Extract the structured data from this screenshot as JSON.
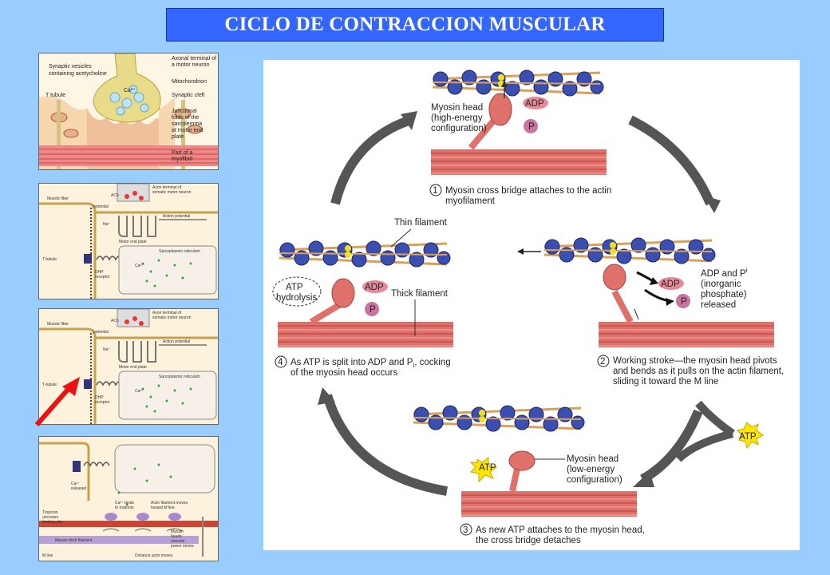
{
  "title": "CICLO DE CONTRACCION MUSCULAR",
  "thumb1": {
    "synaptic_vesicles": [
      "Synaptic vesicles",
      "containing acetycholine"
    ],
    "axonal_terminal": [
      "Axonal terminal of",
      "a motor neuron"
    ],
    "ca": "Ca²⁺",
    "mitochondrion": "Mitochondrion",
    "synaptic_cleft": "Synaptic cleft",
    "t_tubule": "T tubule",
    "junctional_folds": [
      "Junctional",
      "folds of the",
      "sarcolemma",
      "at motor end",
      "plate"
    ],
    "myofibril": [
      "Part of a",
      "myofibril"
    ]
  },
  "thumb2": {
    "muscle_fiber": "Muscle fiber",
    "axon_terminal": [
      "Axon terminal of",
      "somatic motor neuron"
    ],
    "ach": "ACh",
    "potential": "potential",
    "action_potential": "Action potential",
    "na": "Na⁺",
    "t_tubule": "T-tubule",
    "motor_end_plate": "Motor end plate",
    "sarcoplasmic_reticulum": "Sarcoplasmic reticulum",
    "ca": "Ca²⁺",
    "dhp_receptor": [
      "DHP",
      "receptor"
    ]
  },
  "thumb4": {
    "ca_released": [
      "Ca²⁺",
      "released"
    ],
    "ca_binds_troponin": [
      "Ca²⁺ binds",
      "to troponin"
    ],
    "actin_moves": [
      "Actin filament moves",
      "toward M line"
    ],
    "troponin": [
      "Troponin",
      "uncovers",
      "binding site"
    ],
    "myosin_heads": [
      "Myosin",
      "heads",
      "execute",
      "power stroke"
    ],
    "myosin_thick": "Myosin thick filament",
    "m_line": "M line",
    "distance": "Distance actin moves"
  },
  "cycle": {
    "myosin_head_high": [
      "Myosin head",
      "(high-energy",
      "configuration)"
    ],
    "adp": "ADP",
    "pi": "P",
    "pi_sub": "i",
    "atp": "ATP",
    "step1_num": "1",
    "step1": [
      "Myosin cross bridge attaches to the actin",
      "myofilament"
    ],
    "thin_filament": "Thin filament",
    "thick_filament": "Thick filament",
    "atp_hydrolysis": [
      "ATP",
      "hydrolysis"
    ],
    "step4_num": "4",
    "step4": [
      "As ATP is split into ADP and P",
      ", cocking",
      "of the myosin head occurs"
    ],
    "adp_pi_released": [
      "ADP and P",
      "(inorganic",
      "phosphate)",
      "released"
    ],
    "step2_num": "2",
    "step2": [
      "Working stroke—the myosin head pivots",
      "and bends as it pulls on the actin filament,",
      "sliding it toward the M line"
    ],
    "myosin_head_low": [
      "Myosin head",
      "(low-energy",
      "configuration)"
    ],
    "step3_num": "3",
    "step3": [
      "As new ATP attaches to the myosin head,",
      "the cross bridge detaches"
    ]
  },
  "colors": {
    "background": "#99ccff",
    "title_box": "#3366ff",
    "myosin": "#e0706a",
    "actin": "#3b4fb0",
    "tropomyosin": "#d9a05a",
    "adp": "#e98a9a",
    "pi": "#c9749e",
    "atp": "#ffe600",
    "arrow_red": "#ee1111"
  }
}
